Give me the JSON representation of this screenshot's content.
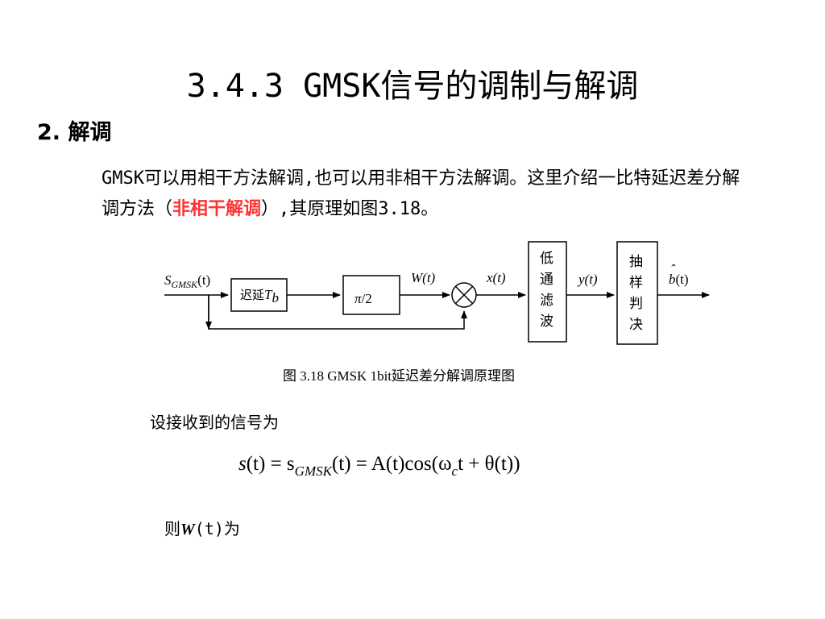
{
  "title": "3.4.3  GMSK信号的调制与解调",
  "section": "2. 解调",
  "paragraph": {
    "before": "GMSK可以用相干方法解调,也可以用非相干方法解调。这里介绍一比特延迟差分解调方法（",
    "highlight": "非相干解调",
    "after": "）,其原理如图3.18。"
  },
  "diagram": {
    "input_signal": {
      "base": "S",
      "sub": "GMSK",
      "arg": "(t)"
    },
    "delay_block": {
      "text": "迟延",
      "var": "T",
      "sub": "b"
    },
    "phase_block": {
      "pi": "π",
      "div": "/2"
    },
    "w_label": "W(t)",
    "x_label": "x(t)",
    "lpf_block": [
      "低",
      "通",
      "滤",
      "波"
    ],
    "y_label": "y(t)",
    "decision_block": [
      "抽",
      "样",
      "判",
      "决"
    ],
    "output_label": {
      "hat": "ˆ",
      "base": "b",
      "arg": "(t)"
    }
  },
  "caption": "图 3.18  GMSK 1bit延迟差分解调原理图",
  "received_line": "设接收到的信号为",
  "equation": {
    "part1": "s",
    "part2": "(t) = s",
    "sub": "GMSK",
    "part3": "(t) = A(t)cos(ω",
    "sub2": "c",
    "part4": "t + θ(t))"
  },
  "w_line": {
    "prefix": "则",
    "var": "W",
    "suffix": "(t)为"
  }
}
